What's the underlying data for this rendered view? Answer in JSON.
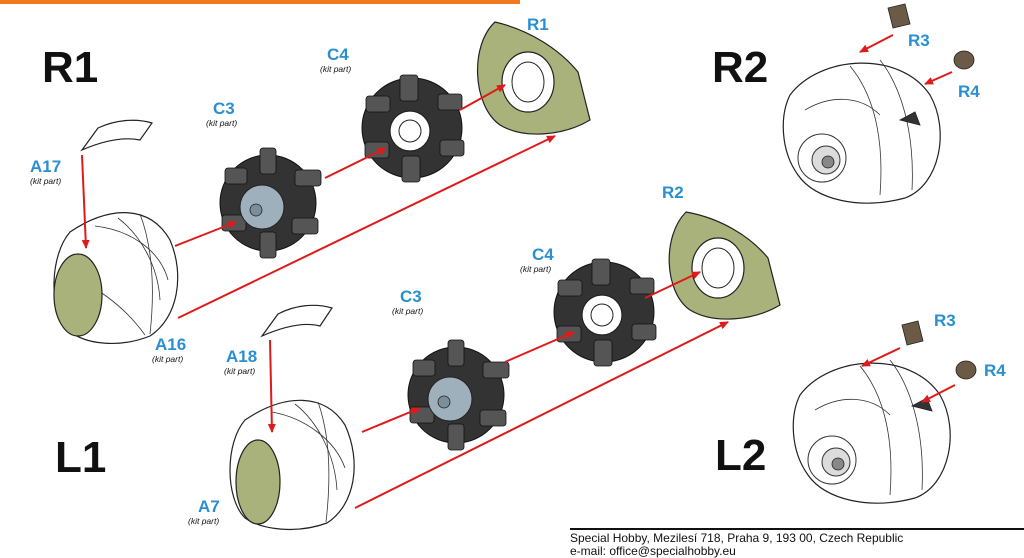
{
  "assemblies": {
    "r1": "R1",
    "r2": "R2",
    "l1": "L1",
    "l2": "L2"
  },
  "parts": {
    "a17": "A17",
    "a16": "A16",
    "a18": "A18",
    "a7": "A7",
    "c3_top": "C3",
    "c4_top": "C4",
    "c3_bottom": "C3",
    "c4_bottom": "C4",
    "r1_ring": "R1",
    "r2_ring": "R2",
    "r3_top": "R3",
    "r4_top": "R4",
    "r3_bottom": "R3",
    "r4_bottom": "R4"
  },
  "notes": {
    "kit_part": "(kit part)"
  },
  "footer": {
    "line1": "Special Hobby, Mezilesí 718, Praha 9, 193 00, Czech Republic",
    "line2": "e-mail: office@specialhobby.eu"
  },
  "colors": {
    "resin": "#a9b27a",
    "arrow": "#e01a1a",
    "label": "#2a8fd0",
    "crankcase": "#9fb0bd",
    "accent_bar": "#f07a20"
  }
}
